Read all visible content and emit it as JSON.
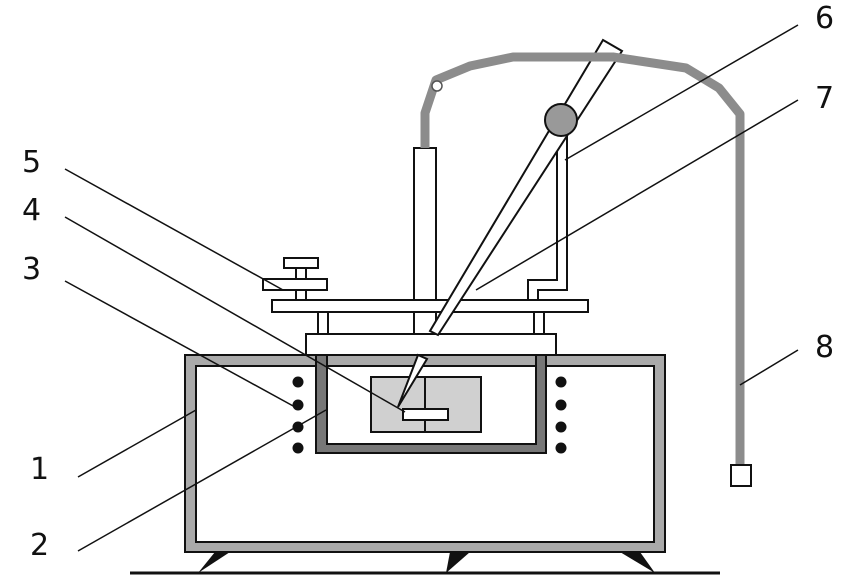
{
  "diagram": {
    "labels": [
      {
        "id": "1",
        "text": "1"
      },
      {
        "id": "2",
        "text": "2"
      },
      {
        "id": "3",
        "text": "3"
      },
      {
        "id": "4",
        "text": "4"
      },
      {
        "id": "5",
        "text": "5"
      },
      {
        "id": "6",
        "text": "6"
      },
      {
        "id": "7",
        "text": "7"
      },
      {
        "id": "8",
        "text": "8"
      }
    ],
    "colors": {
      "stroke": "#111111",
      "housing_fill": "#aaaaaa",
      "hose": "#8c8c8c",
      "knob": "#999999",
      "background": "#ffffff"
    }
  }
}
